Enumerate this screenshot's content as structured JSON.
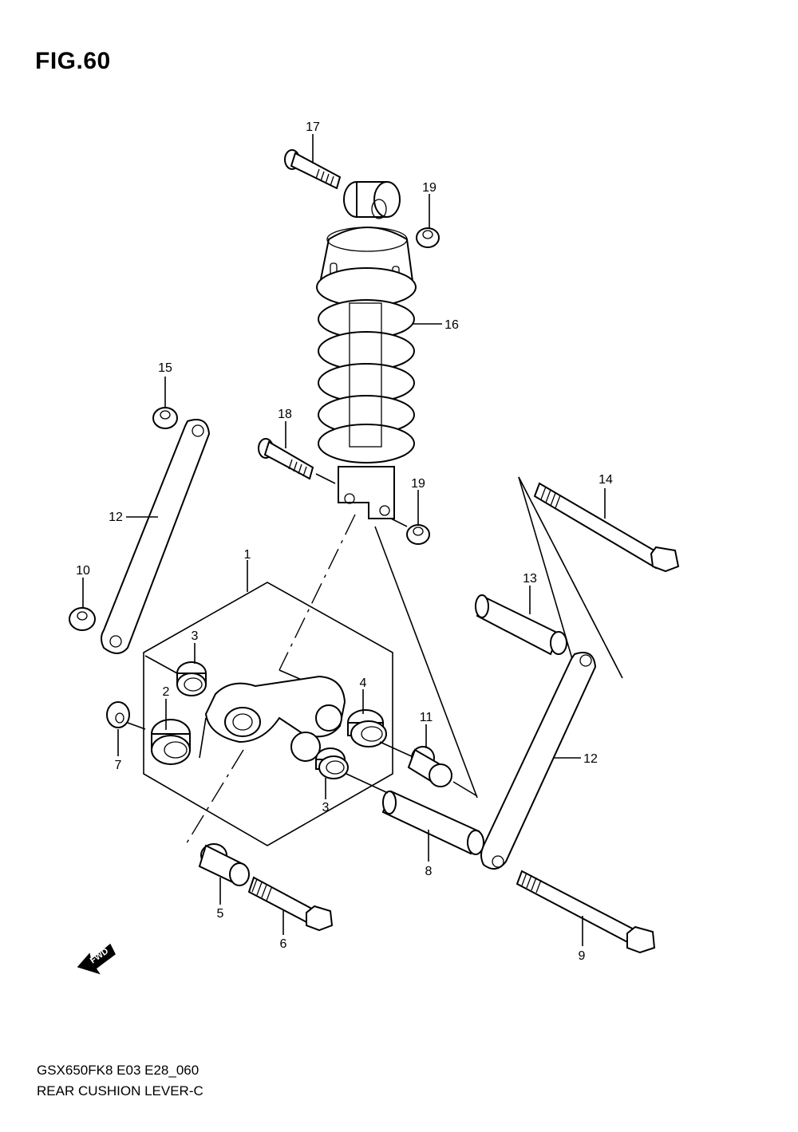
{
  "figure": {
    "title": "FIG.60"
  },
  "footer": {
    "code": "GSX650FK8 E03 E28_060",
    "name": "REAR CUSHION LEVER-C"
  },
  "fwd_label": "FWD",
  "callouts": [
    "17",
    "19",
    "16",
    "15",
    "18",
    "19",
    "14",
    "12",
    "1",
    "13",
    "10",
    "3",
    "4",
    "2",
    "11",
    "12",
    "7",
    "3",
    "8",
    "5",
    "6",
    "9"
  ]
}
